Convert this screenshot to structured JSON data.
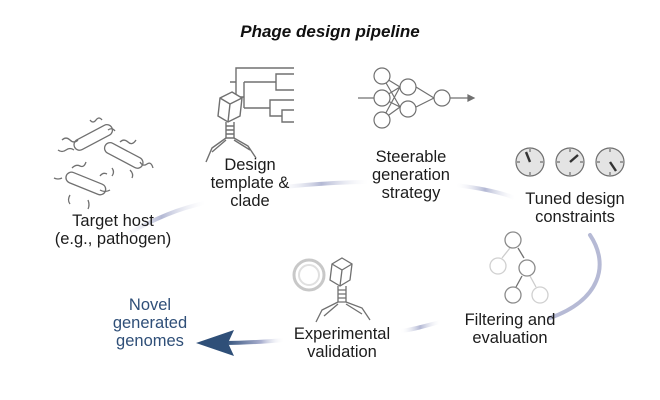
{
  "title": "Phage design pipeline",
  "stages": [
    {
      "id": "target-host",
      "lines": [
        "Target host",
        "(e.g., pathogen)"
      ],
      "icon": "bacteria-icon"
    },
    {
      "id": "design-template",
      "lines": [
        "Design",
        "template &",
        "clade"
      ],
      "icon": "phage-phylogeny-icon"
    },
    {
      "id": "steerable-generation",
      "lines": [
        "Steerable",
        "generation",
        "strategy"
      ],
      "icon": "neural-network-icon"
    },
    {
      "id": "tuned-constraints",
      "lines": [
        "Tuned design",
        "constraints"
      ],
      "icon": "dials-icon"
    },
    {
      "id": "filtering",
      "lines": [
        "Filtering and",
        "evaluation"
      ],
      "icon": "decision-tree-icon"
    },
    {
      "id": "experimental-validation",
      "lines": [
        "Experimental",
        "validation"
      ],
      "icon": "phage-plaque-icon"
    }
  ],
  "output": {
    "lines": [
      "Novel",
      "generated",
      "genomes"
    ],
    "color": "#2f4f78"
  },
  "colors": {
    "arrow": "#2f4f78",
    "flow": "#b9bdd6",
    "icon_stroke": "#6e6e6e",
    "icon_fill": "#e6e6e6"
  }
}
